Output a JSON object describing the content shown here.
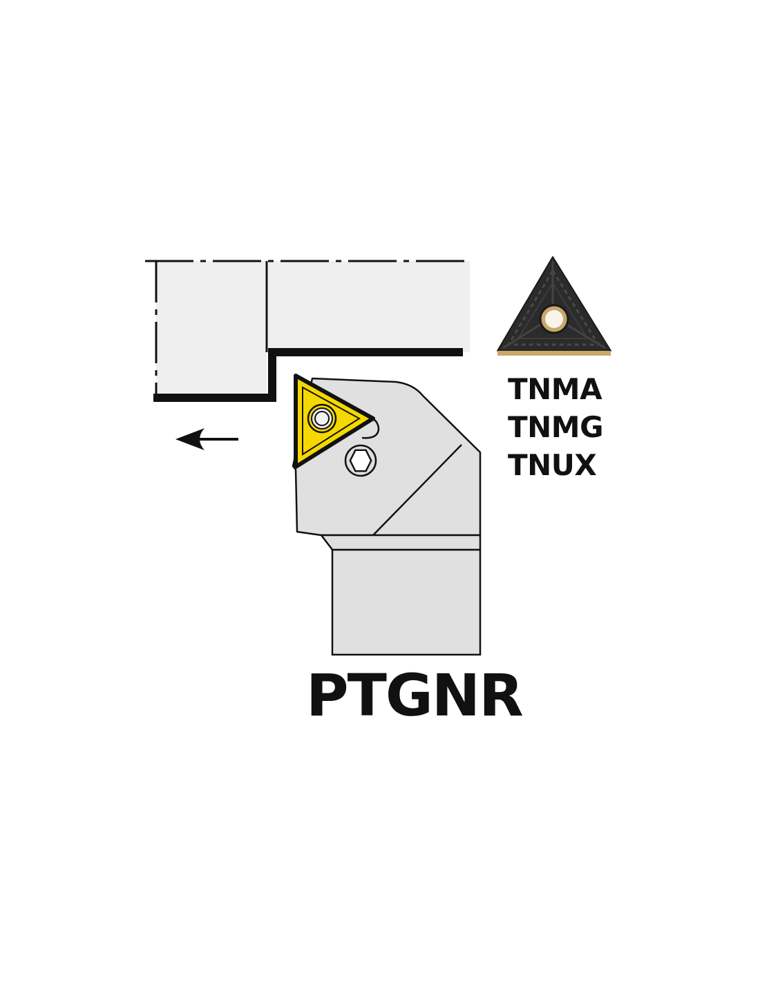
{
  "insert_codes": [
    "TNMA",
    "TNMG",
    "TNUX"
  ],
  "holder_code": "PTGNR",
  "colors": {
    "workpiece_fill": "#efefef",
    "holder_fill": "#e0e0e0",
    "insert_yellow": "#f5d800",
    "outline": "#111111",
    "insert_photo_dark": "#2b2b2b",
    "insert_photo_gold": "#c9a86a"
  },
  "icons": {
    "feed_direction": "arrow-left-icon",
    "insert_photo": "triangular-insert-icon"
  }
}
